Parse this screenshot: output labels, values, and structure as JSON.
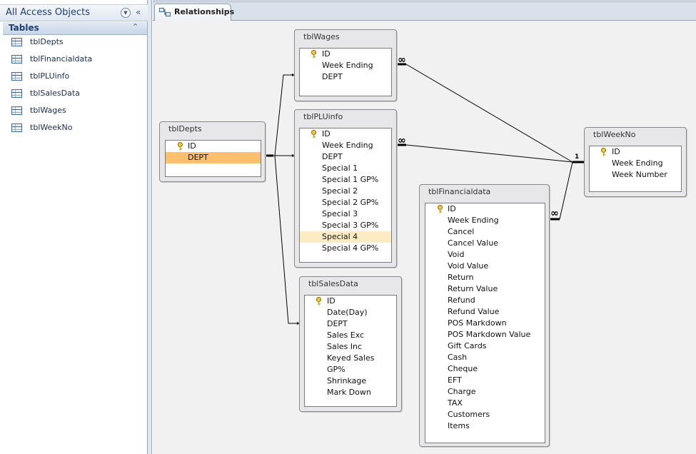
{
  "nav": {
    "title": "All Access Objects",
    "dropdown_icon": "chevron-down-circle-icon",
    "collapse_icon": "double-chevron-left-icon",
    "group": {
      "label": "Tables",
      "items": [
        "tblDepts",
        "tblFinancialdata",
        "tblPLUinfo",
        "tblSalesData",
        "tblWages",
        "tblWeekNo"
      ]
    }
  },
  "tab": {
    "label": "Relationships",
    "icon": "relationships-icon"
  },
  "tables": {
    "wages": {
      "title": "tblWages",
      "fields": [
        "ID",
        "Week Ending",
        "DEPT"
      ]
    },
    "depts": {
      "title": "tblDepts",
      "fields": [
        "ID",
        "DEPT"
      ]
    },
    "plu": {
      "title": "tblPLUinfo",
      "fields": [
        "ID",
        "Week Ending",
        "DEPT",
        "Special 1",
        "Special 1  GP%",
        "Special 2",
        "Special 2 GP%",
        "Special 3",
        "Special 3 GP%",
        "Special 4",
        "Special 4 GP%"
      ]
    },
    "sales": {
      "title": "tblSalesData",
      "fields": [
        "ID",
        "Date(Day)",
        "DEPT",
        "Sales Exc",
        "Sales Inc",
        "Keyed Sales",
        "GP%",
        "Shrinkage",
        "Mark Down"
      ]
    },
    "financial": {
      "title": "tblFinancialdata",
      "fields": [
        "ID",
        "Week Ending",
        "Cancel",
        "Cancel Value",
        "Void",
        "Void Value",
        "Return",
        "Return Value",
        "Refund",
        "Refund Value",
        "POS Markdown",
        "POS Markdown Value",
        "Gift Cards",
        "Cash",
        "Cheque",
        "EFT",
        "Charge",
        "TAX",
        "Customers",
        "Items"
      ]
    },
    "week": {
      "title": "tblWeekNo",
      "fields": [
        "ID",
        "Week Ending",
        "Week Number"
      ]
    }
  },
  "markers": {
    "many": "∞",
    "one": "1"
  },
  "colors": {
    "selected_field": "#fbc06e",
    "highlight_field": "#fdebc4",
    "canvas": "#f1f1f1",
    "nav_text": "#1f3f75"
  }
}
